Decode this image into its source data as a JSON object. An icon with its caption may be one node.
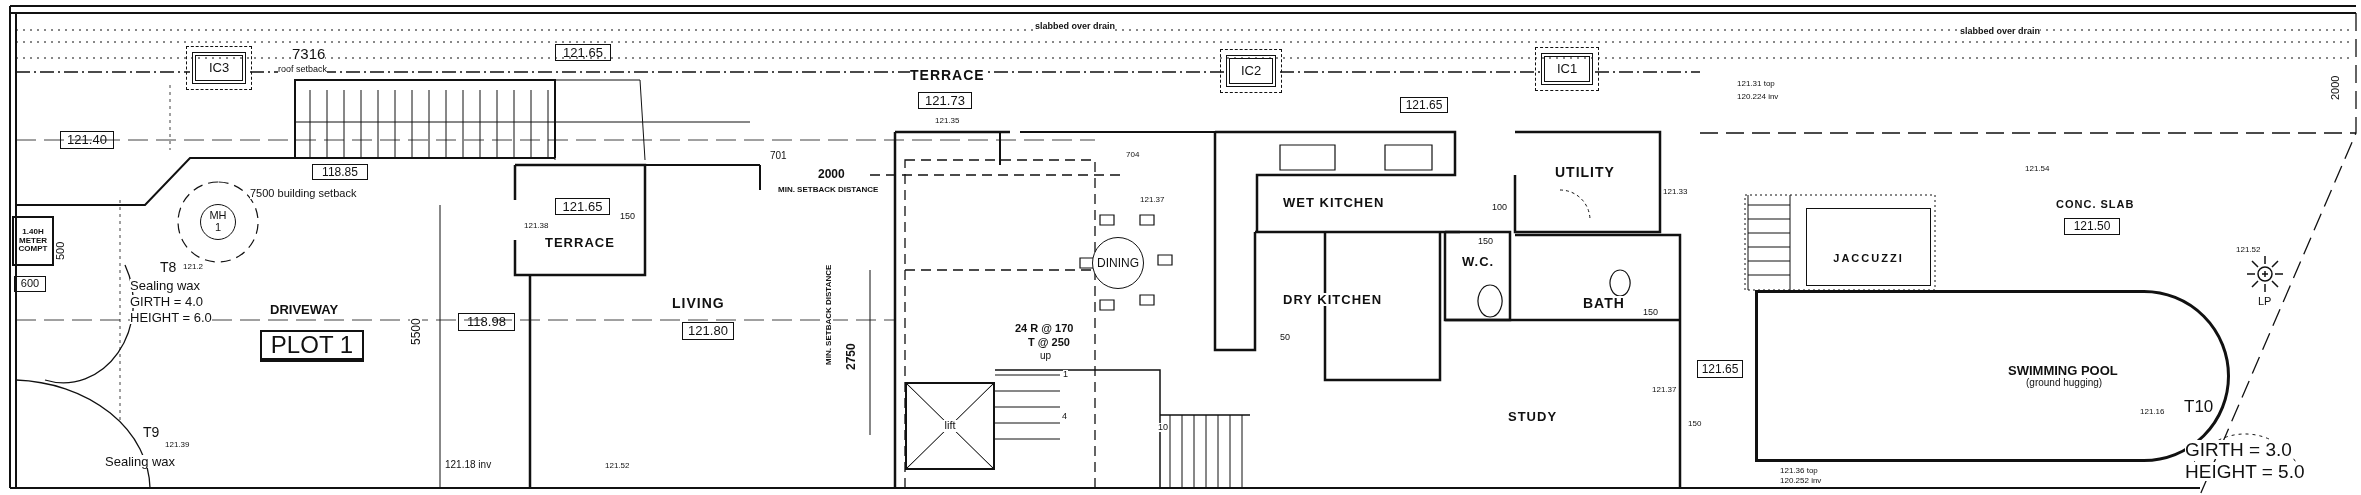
{
  "diagram": {
    "nodes": [
      {
        "text": [
          "IC3"
        ]
      },
      {
        "text": [
          "121.40"
        ]
      },
      {
        "text": [
          "118.85"
        ]
      },
      {
        "text": [
          "MH 1"
        ]
      },
      {
        "text": [
          "1.40H METER COMPT"
        ]
      },
      {
        "text": [
          "600"
        ]
      },
      {
        "text": [
          "PLOT 1"
        ]
      },
      {
        "text": [
          "118.98"
        ]
      },
      {
        "text": [
          "121.65"
        ]
      },
      {
        "text": [
          "121.65"
        ],
        "beside": [
          "TERRACE"
        ]
      },
      {
        "text": [
          "121.73"
        ],
        "beside": [
          "TERRACE"
        ]
      },
      {
        "text": [
          "121.80"
        ],
        "beside": [
          "LIVING"
        ]
      },
      {
        "text": [
          "DINING"
        ]
      },
      {
        "text": [
          "lift"
        ]
      },
      {
        "text": [
          "IC2"
        ]
      },
      {
        "text": [
          "121.65"
        ]
      },
      {
        "text": [
          "IC1"
        ]
      },
      {
        "text": [
          "JACCUZZI"
        ]
      },
      {
        "text": [
          "SWIMMING POOL",
          "(ground hugging)"
        ]
      },
      {
        "text": [
          "121.65"
        ]
      },
      {
        "text": [
          "121.50"
        ],
        "beside": [
          "CONC. SLAB"
        ]
      }
    ],
    "labels": [
      "7316",
      "roof setback",
      "7500 building setback",
      "500",
      "T8",
      "121.2",
      "Sealing wax",
      "GIRTH = 4.0",
      "HEIGHT = 6.0",
      "DRIVEWAY",
      "T9",
      "121.39",
      "Sealing wax",
      "121.38",
      "150",
      "5500",
      "121.18 inv",
      "121.52",
      "slabbed over drain",
      "121.35",
      "701",
      "2000",
      "MIN. SETBACK DISTANCE",
      "704",
      "121.37",
      "2750",
      "MIN. SETBACK DISTANCE",
      "24 R @ 170",
      "T @ 250",
      "up",
      "1",
      "4",
      "10",
      "WET KITCHEN",
      "100",
      "150",
      "W.C.",
      "DRY KITCHEN",
      "50",
      "STUDY",
      "UTILITY",
      "121.33",
      "121.31 top",
      "120.224 inv",
      "BATH",
      "150",
      "121.37",
      "150",
      "121.36 top",
      "120.252 inv",
      "slabbed over drain",
      "2000",
      "121.54",
      "121.52",
      "LP",
      "T10",
      "121.16",
      "GIRTH = 3.0",
      "HEIGHT = 5.0"
    ]
  }
}
